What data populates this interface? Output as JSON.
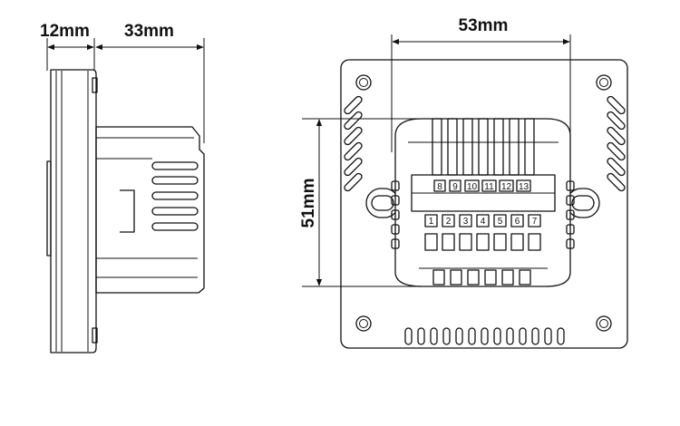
{
  "dimensions": {
    "depth_front": "12mm",
    "depth_body": "33mm",
    "width_back": "53mm",
    "height_back": "51mm"
  },
  "terminals": {
    "top_row": [
      "8",
      "9",
      "10",
      "11",
      "12",
      "13"
    ],
    "bottom_row": [
      "1",
      "2",
      "3",
      "4",
      "5",
      "6",
      "7"
    ]
  }
}
